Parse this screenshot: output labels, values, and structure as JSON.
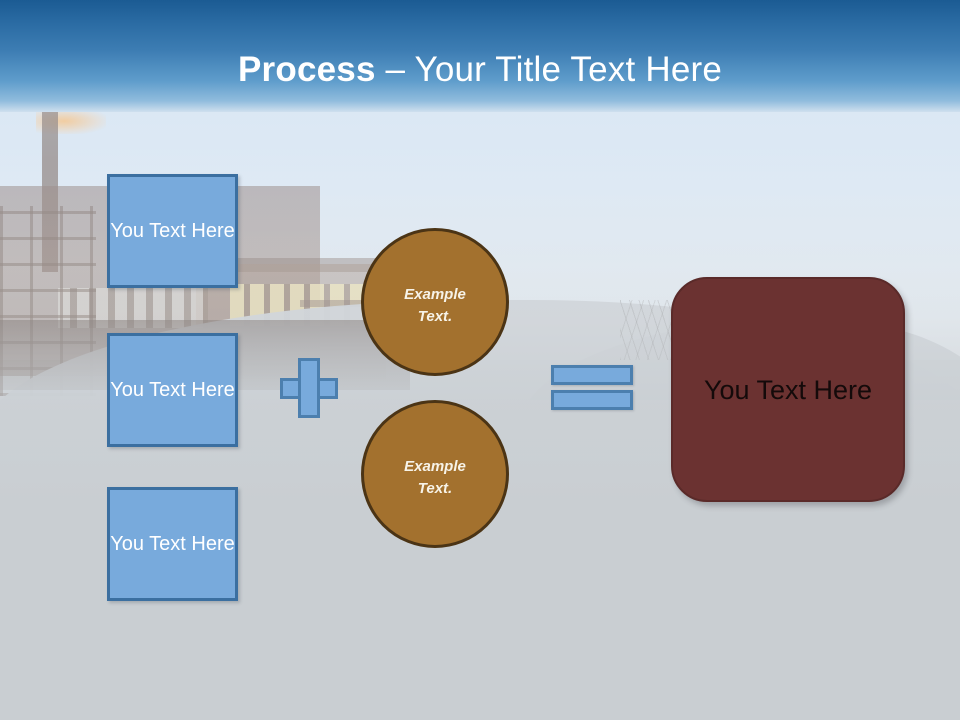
{
  "slide": {
    "title_strong": "Process",
    "title_separator": " – ",
    "title_light": "Your Title Text Here",
    "header_color": "#2a6ba3",
    "background_description": "faded industrial factory photo with smokestack and slag heap"
  },
  "inputs": {
    "boxes": [
      {
        "label": "You Text Here"
      },
      {
        "label": "You Text Here"
      },
      {
        "label": "You Text Here"
      }
    ],
    "fill_color": "#78aadc",
    "border_color": "#3b6fa0",
    "text_color": "#ffffff"
  },
  "operators": {
    "plus": "+",
    "equals": "="
  },
  "circles": [
    {
      "line1": "Example",
      "line2": "Text."
    },
    {
      "line1": "Example",
      "line2": "Text."
    }
  ],
  "circle_style": {
    "fill_color": "#a3712e",
    "border_color": "#4b3415",
    "text_color": "#f7f3e8"
  },
  "result": {
    "label": "You Text Here",
    "fill_color": "#6b3231",
    "text_color": "#140a0a"
  }
}
